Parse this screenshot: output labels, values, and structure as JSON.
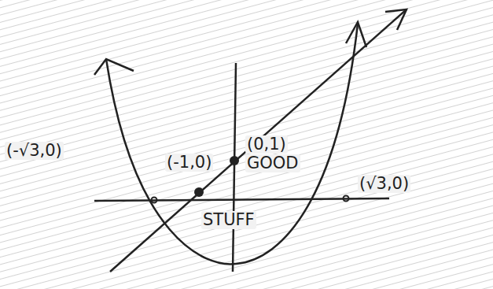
{
  "diagram": {
    "labels": [
      "(-√3,0)",
      "(-1,0)",
      "(0,1)",
      "GOOD",
      "(√3,0)",
      "STUFF"
    ]
  }
}
